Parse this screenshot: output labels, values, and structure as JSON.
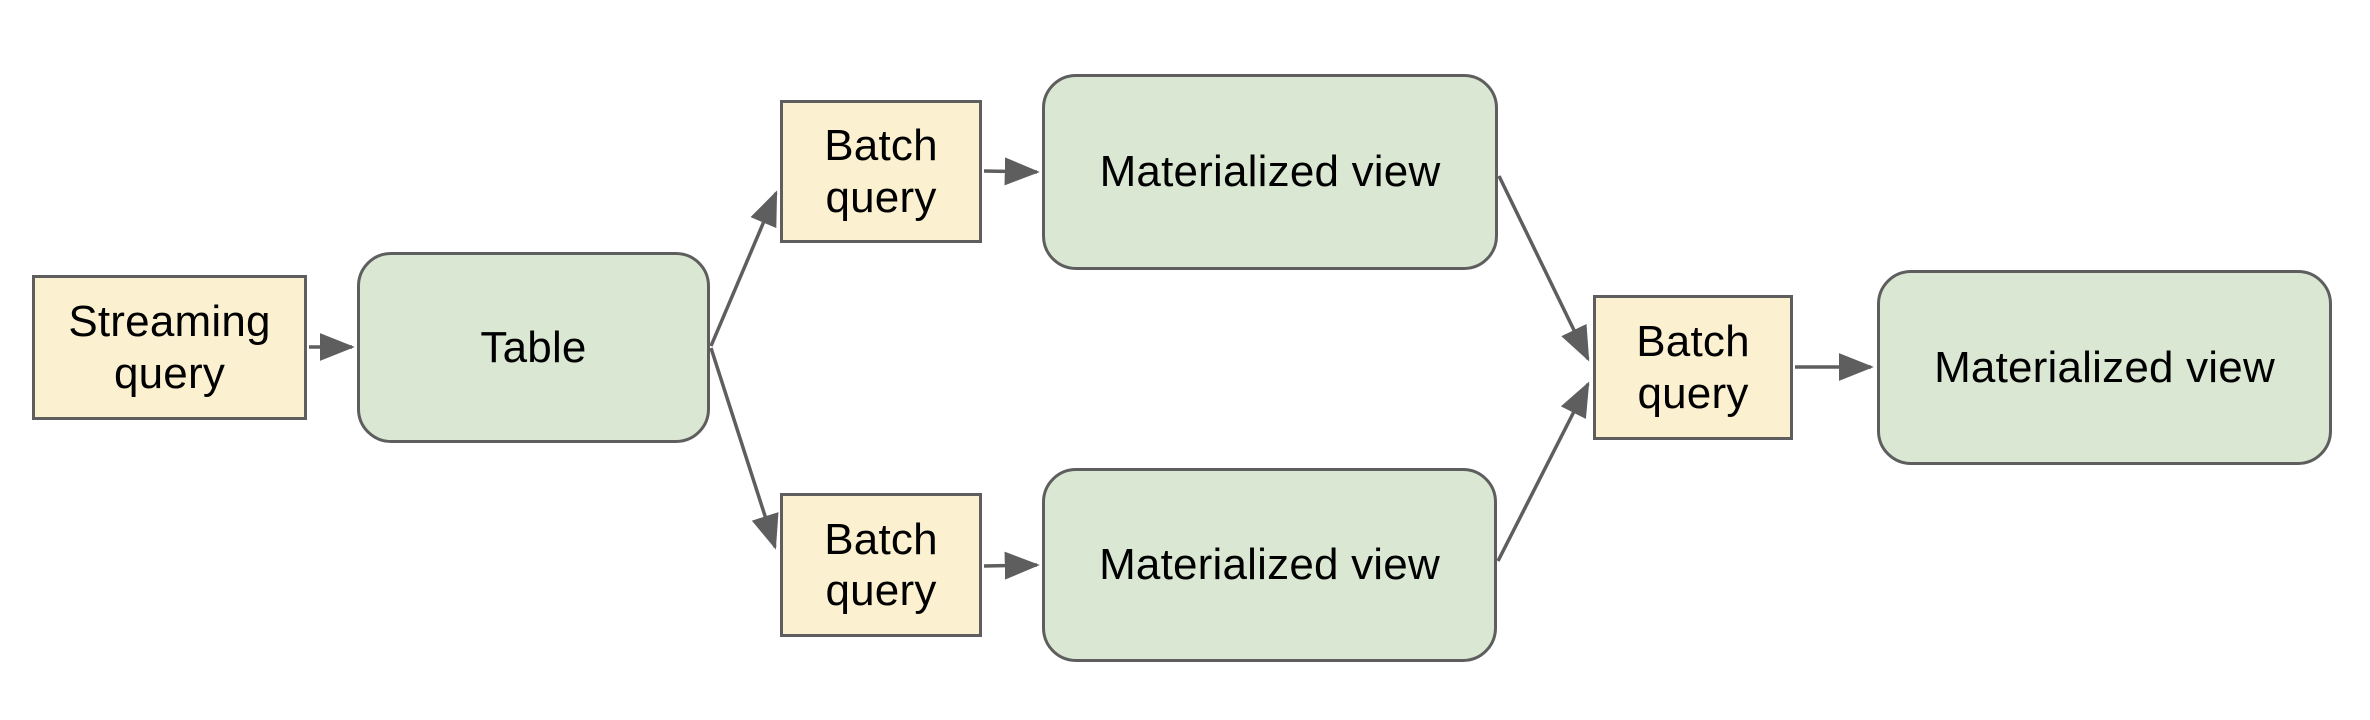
{
  "diagram": {
    "nodes": [
      {
        "id": "streaming-query",
        "label": "Streaming query",
        "type": "query"
      },
      {
        "id": "table",
        "label": "Table",
        "type": "dataset"
      },
      {
        "id": "batch-query-top",
        "label": "Batch query",
        "type": "query"
      },
      {
        "id": "mv-top",
        "label": "Materialized view",
        "type": "dataset"
      },
      {
        "id": "batch-query-bottom",
        "label": "Batch query",
        "type": "query"
      },
      {
        "id": "mv-bottom",
        "label": "Materialized view",
        "type": "dataset"
      },
      {
        "id": "batch-query-center",
        "label": "Batch query",
        "type": "query"
      },
      {
        "id": "mv-final",
        "label": "Materialized view",
        "type": "dataset"
      }
    ],
    "edges": [
      {
        "from": "streaming-query",
        "to": "table"
      },
      {
        "from": "table",
        "to": "batch-query-top"
      },
      {
        "from": "table",
        "to": "batch-query-bottom"
      },
      {
        "from": "batch-query-top",
        "to": "mv-top"
      },
      {
        "from": "batch-query-bottom",
        "to": "mv-bottom"
      },
      {
        "from": "mv-top",
        "to": "batch-query-center"
      },
      {
        "from": "mv-bottom",
        "to": "batch-query-center"
      },
      {
        "from": "batch-query-center",
        "to": "mv-final"
      }
    ],
    "colors": {
      "query_fill": "#FBF1D0",
      "dataset_fill": "#DAE8D3",
      "border": "#5E5E5E",
      "text": "#000000",
      "background": "#FFFFFF"
    }
  }
}
